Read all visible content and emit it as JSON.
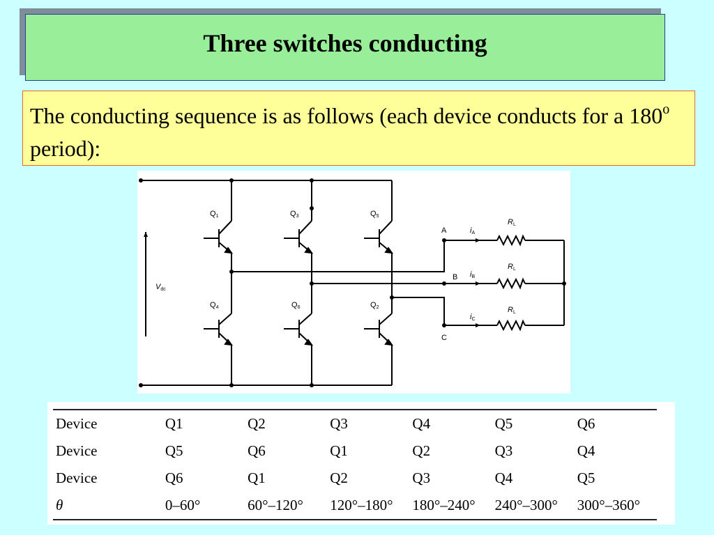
{
  "title": "Three switches conducting",
  "description": {
    "before": "The conducting sequence is as follows (each device conducts for a 180",
    "sup": "o",
    "after": " period):"
  },
  "circuit": {
    "q1": "Q",
    "q1_sub": "1",
    "q3": "Q",
    "q3_sub": "3",
    "q5": "Q",
    "q5_sub": "5",
    "q4": "Q",
    "q4_sub": "4",
    "q6": "Q",
    "q6_sub": "6",
    "q2": "Q",
    "q2_sub": "2",
    "node_a": "A",
    "node_b": "B",
    "node_c": "C",
    "ia": "i",
    "ia_sub": "A",
    "ib": "i",
    "ib_sub": "B",
    "ic": "i",
    "ic_sub": "C",
    "rl": "R",
    "rl_sub": "L",
    "vdc": "V",
    "vdc_sub": "dc"
  },
  "table": {
    "rows": [
      [
        "Device",
        "Q1",
        "Q2",
        "Q3",
        "Q4",
        "Q5",
        "Q6"
      ],
      [
        "Device",
        "Q5",
        "Q6",
        "Q1",
        "Q2",
        "Q3",
        "Q4"
      ],
      [
        "Device",
        "Q6",
        "Q1",
        "Q2",
        "Q3",
        "Q4",
        "Q5"
      ],
      [
        "θ",
        "0–60°",
        "60°–120°",
        "120°–180°",
        "180°–240°",
        "240°–300°",
        "300°–360°"
      ]
    ]
  }
}
